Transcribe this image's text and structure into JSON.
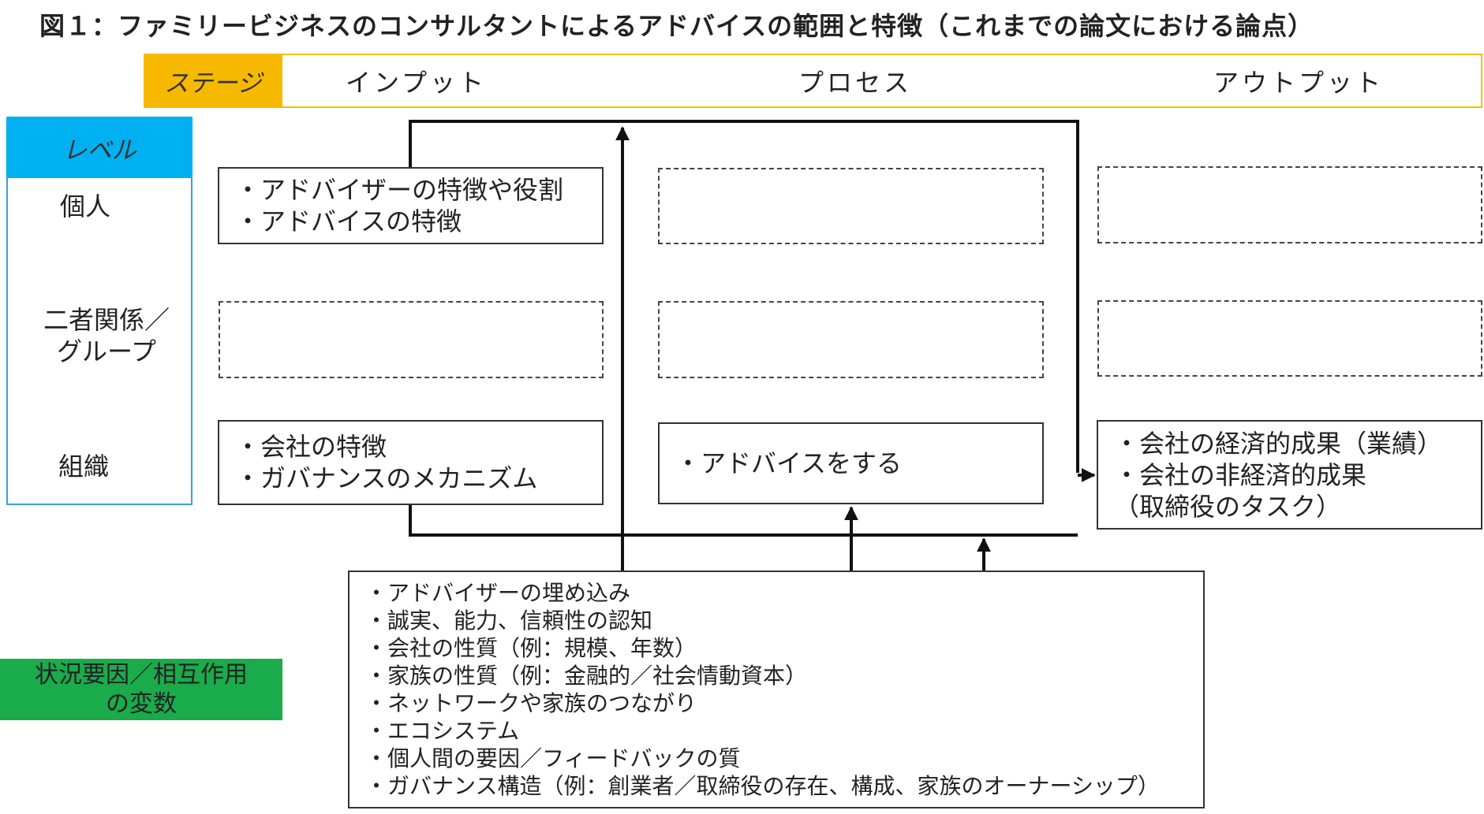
{
  "title": "図１：ファミリービジネスのコンサルタントによるアドバイスの範囲と特徴（これまでの論文における論点）",
  "stage": {
    "label": "ステージ",
    "columns": [
      "インプット",
      "プロセス",
      "アウトプット"
    ]
  },
  "level": {
    "label": "レベル",
    "rows": [
      "個人",
      "二者関係／\nグループ",
      "組織"
    ]
  },
  "boxes": {
    "individual_input": [
      "・アドバイザーの特徴や役割",
      "・アドバイスの特徴"
    ],
    "org_input": [
      "・会社の特徴",
      "・ガバナンスのメカニズム"
    ],
    "org_process": "・アドバイスをする",
    "org_output": [
      "・会社の経済的成果（業績）",
      "・会社の非経済的成果",
      "（取締役のタスク）"
    ]
  },
  "situational": {
    "label": "状況要因／相互作用\nの変数",
    "items": [
      "・アドバイザーの埋め込み",
      "・誠実、能力、信頼性の認知",
      "・会社の性質（例：規模、年数）",
      "・家族の性質（例：金融的／社会情動資本）",
      "・ネットワークや家族のつながり",
      "・エコシステム",
      "・個人間の要因／フィードバックの質",
      "・ガバナンス構造（例：創業者／取締役の存在、構成、家族のオーナーシップ）"
    ]
  },
  "colors": {
    "stage": "#f7b900",
    "stage_border": "#f0c000",
    "level_header": "#00b0f0",
    "level_border": "#39a0e0",
    "situational": "#1aab4b"
  }
}
